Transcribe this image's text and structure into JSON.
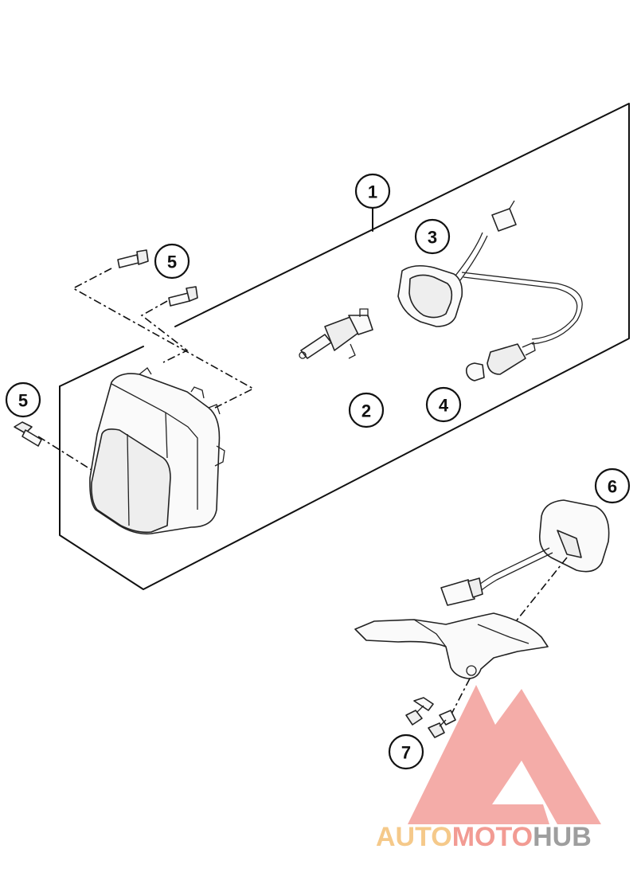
{
  "callouts": [
    {
      "id": "callout-1",
      "label": "1"
    },
    {
      "id": "callout-2",
      "label": "2"
    },
    {
      "id": "callout-3",
      "label": "3"
    },
    {
      "id": "callout-4",
      "label": "4"
    },
    {
      "id": "callout-5-top",
      "label": "5"
    },
    {
      "id": "callout-5-left",
      "label": "5"
    },
    {
      "id": "callout-6",
      "label": "6"
    },
    {
      "id": "callout-7",
      "label": "7"
    }
  ],
  "watermark": {
    "part1": "AUTO",
    "part2": "MOTO",
    "part3": "HUB",
    "colors": {
      "auto": "#f5c98a",
      "moto": "#f29b93",
      "hub": "#9e9e9e",
      "logo": "#f08c86"
    }
  }
}
